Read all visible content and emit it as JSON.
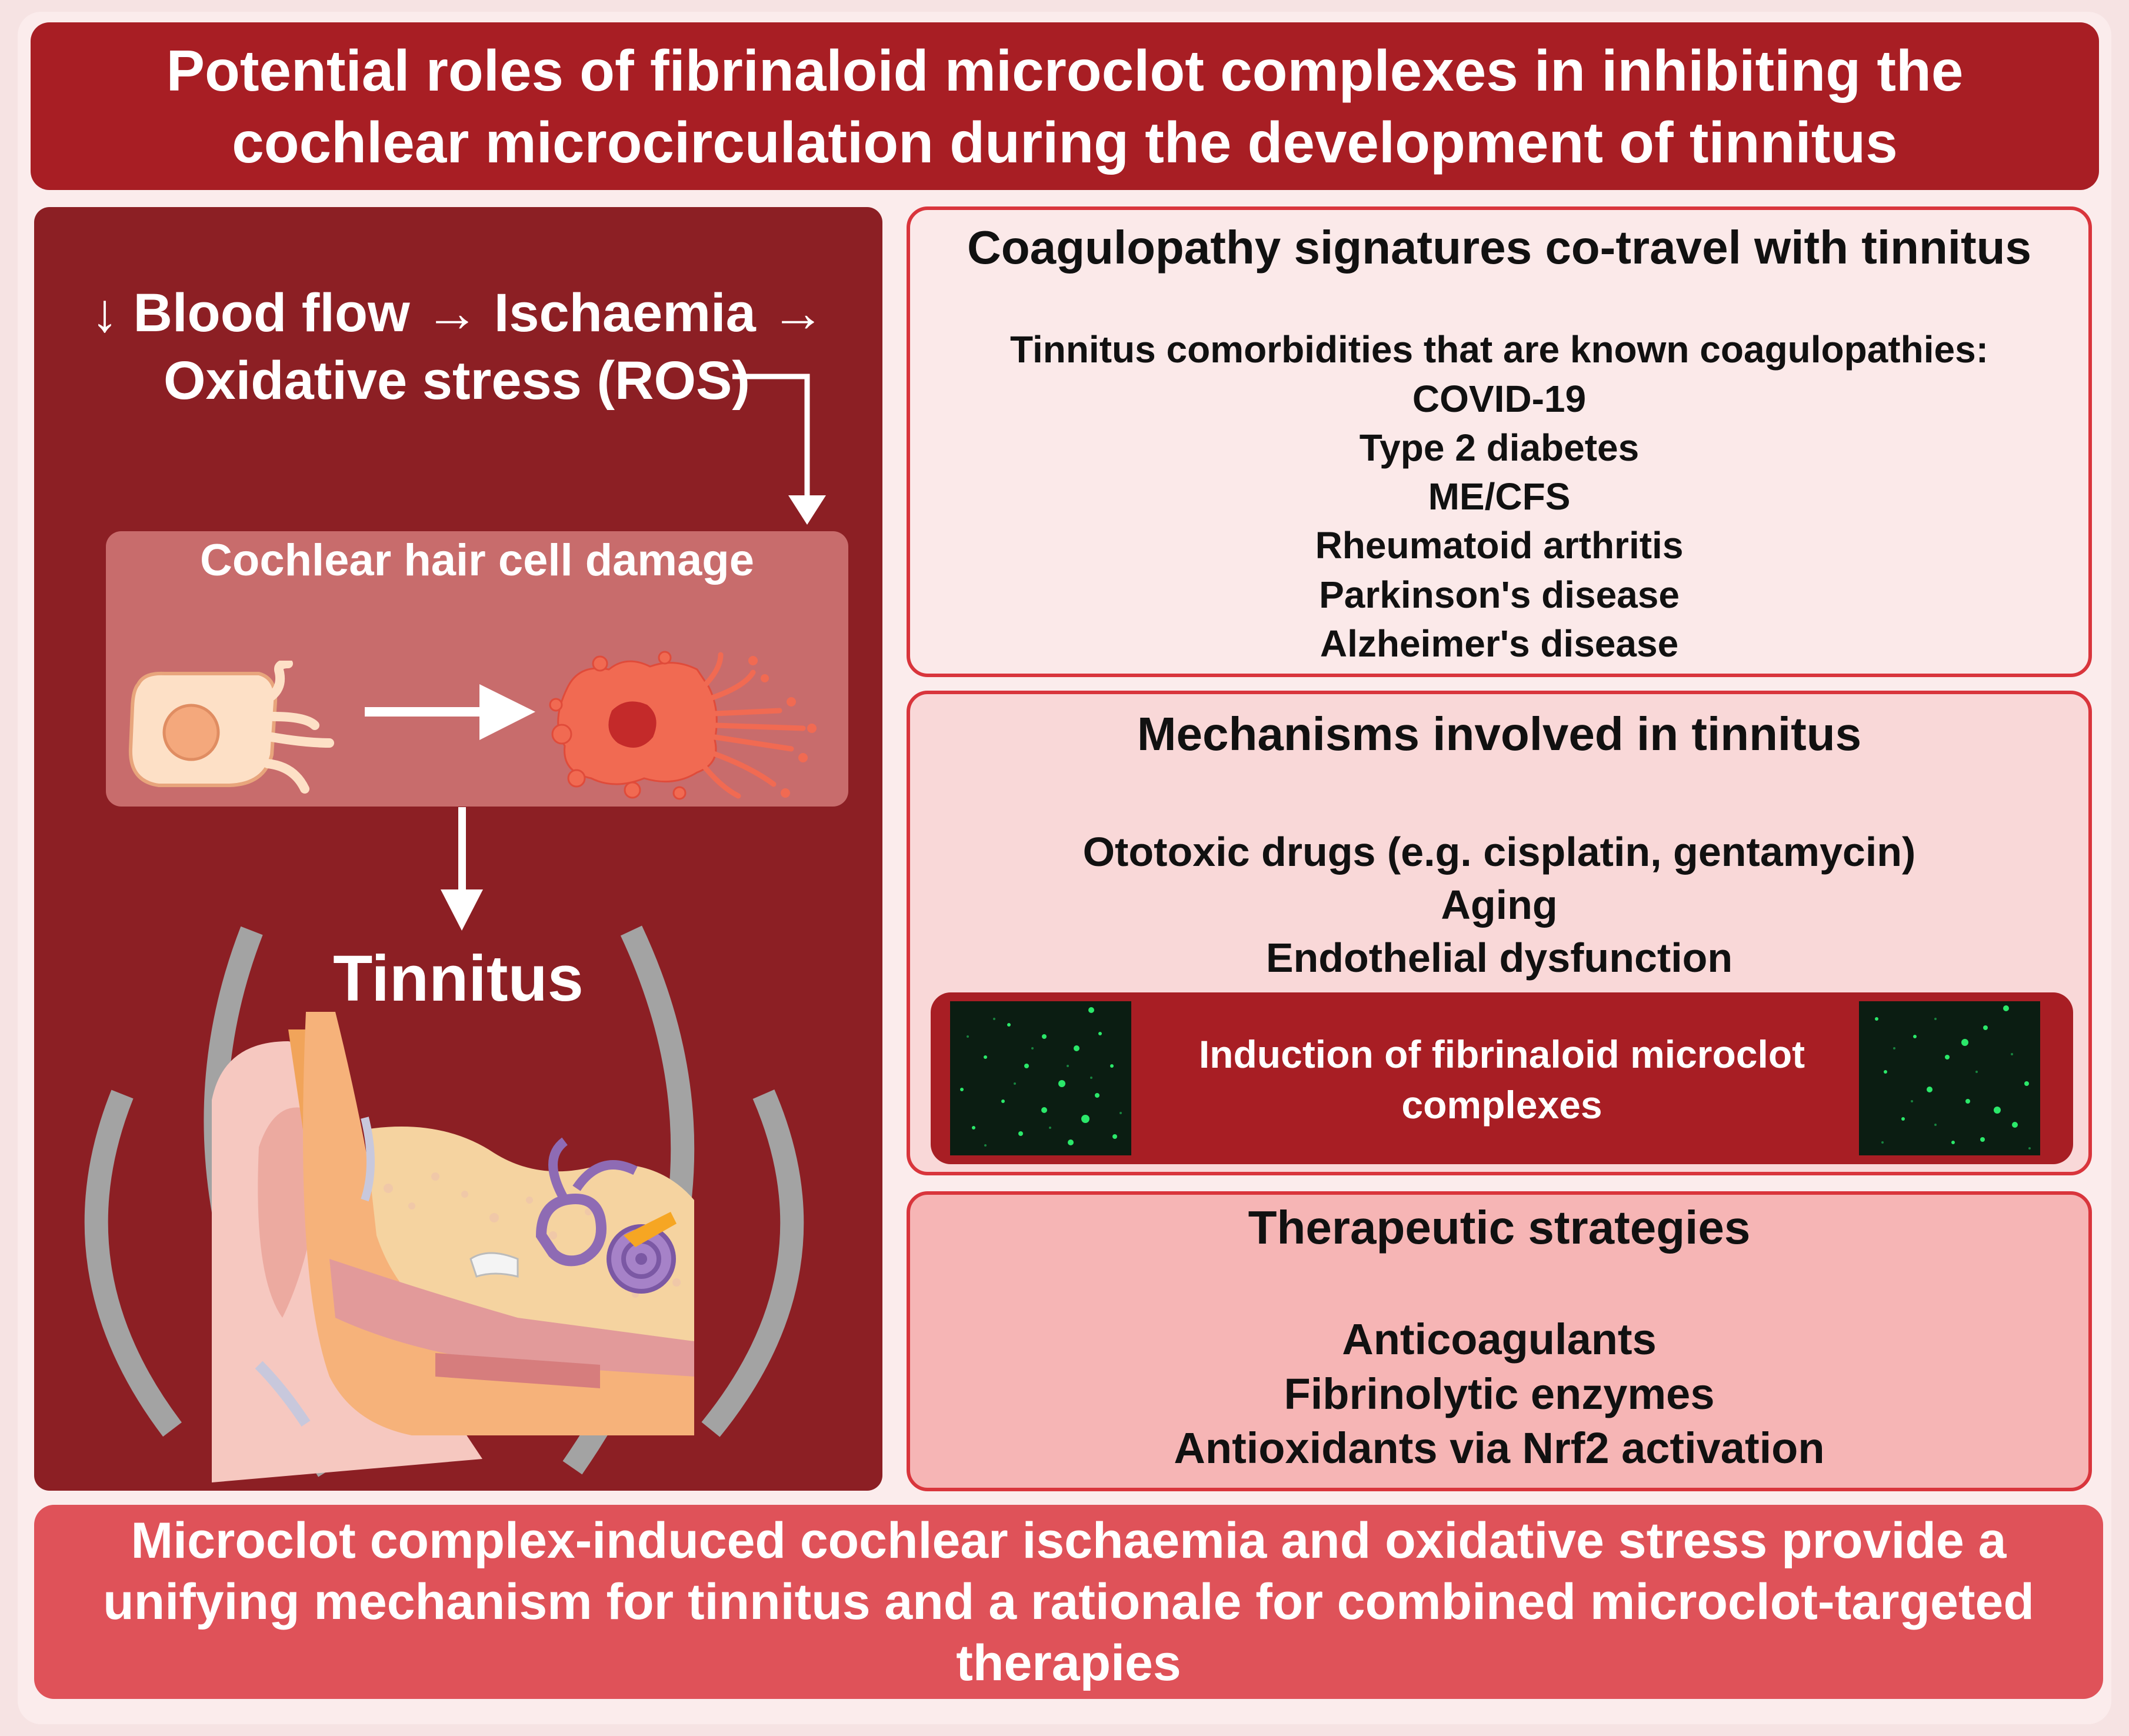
{
  "title": {
    "line1": "Potential roles of fibrinaloid microclot complexes  in inhibiting the",
    "line2": "cochlear microcirculation during the development of tinnitus"
  },
  "left_panel": {
    "flow_line1": "↓ Blood flow → Ischaemia →",
    "flow_line2": "Oxidative stress (ROS)",
    "hair_cell_title": "Cochlear hair cell damage",
    "tinnitus_label": "Tinnitus",
    "icons": [
      "healthy-hair-cell-icon",
      "arrow-right-icon",
      "damaged-hair-cell-icon",
      "arrow-down-icon",
      "ear-anatomy-icon",
      "sound-wave-icon"
    ]
  },
  "coagulopathy": {
    "title": "Coagulopathy signatures co-travel with tinnitus",
    "subtitle": "Tinnitus comorbidities that are known coagulopathies:",
    "items": [
      "COVID-19",
      "Type 2 diabetes",
      "ME/CFS",
      "Rheumatoid arthritis",
      "Parkinson's disease",
      "Alzheimer's disease"
    ]
  },
  "mechanisms": {
    "title": "Mechanisms involved in tinnitus",
    "items": [
      "Ototoxic drugs (e.g. cisplatin, gentamycin)",
      "Aging",
      "Endothelial dysfunction"
    ],
    "induction_line1": "Induction of fibrinaloid microclot",
    "induction_line2": "complexes"
  },
  "therapeutic": {
    "title": "Therapeutic strategies",
    "items": [
      "Anticoagulants",
      "Fibrinolytic enzymes",
      "Antioxidants via Nrf2 activation"
    ]
  },
  "conclusion": {
    "line1": "Microclot complex-induced cochlear ischaemia and oxidative stress provide a",
    "line2": "unifying mechanism for tinnitus and a rationale for combined microclot-targeted",
    "line3": "therapies"
  },
  "colors": {
    "title_banner": "#a81e24",
    "left_panel": "#8c1f24",
    "card_border": "#d9353c",
    "bottom_banner": "#df5259",
    "microclot_fluorescence": "#2be86a"
  }
}
